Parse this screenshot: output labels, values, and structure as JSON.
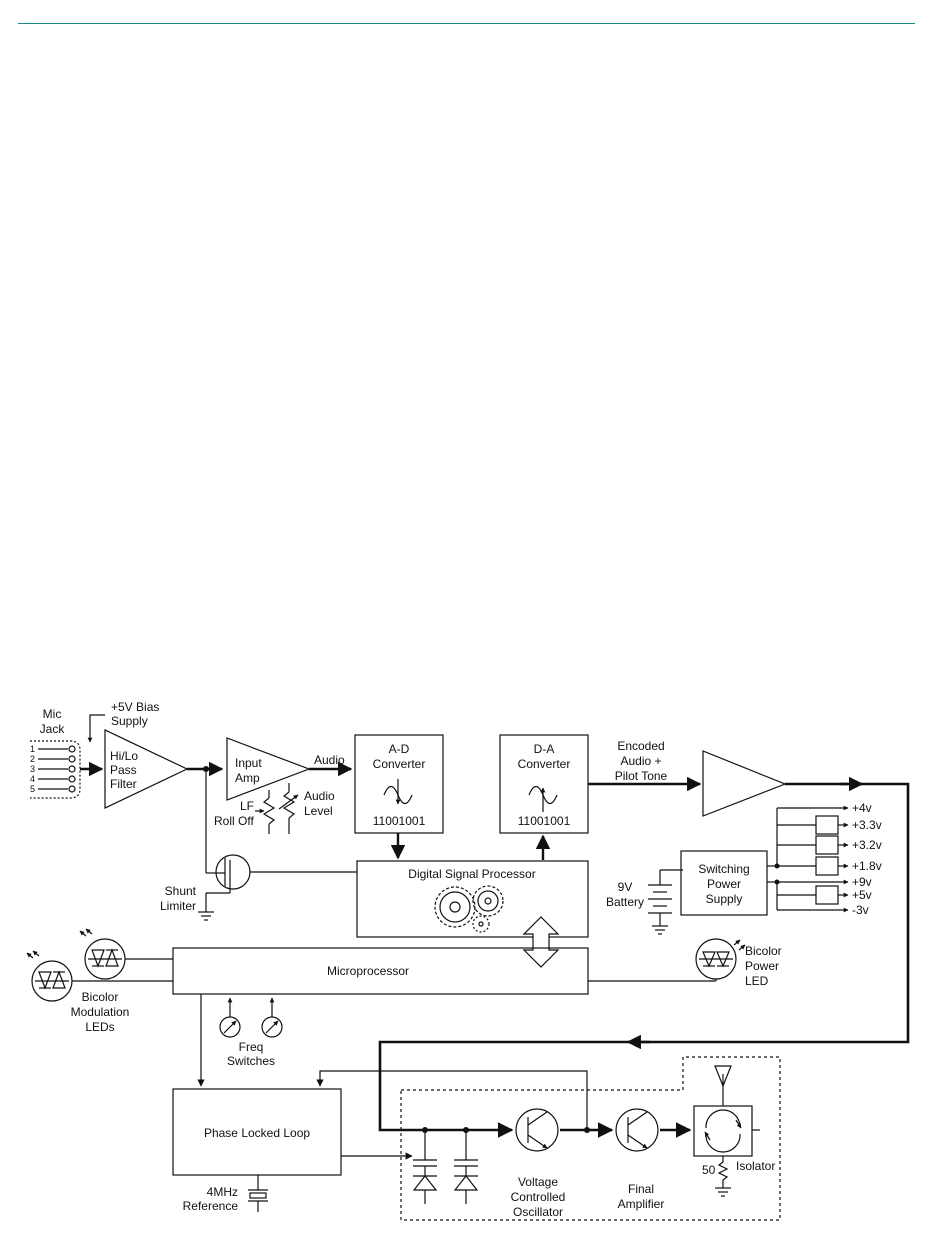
{
  "colors": {
    "header_rule": "#1a8a8a",
    "line": "#111111",
    "background": "#ffffff"
  },
  "mic_jack": {
    "title_l1": "Mic",
    "title_l2": "Jack",
    "pins": [
      "1",
      "2",
      "3",
      "4",
      "5"
    ]
  },
  "bias_supply": {
    "l1": "+5V Bias",
    "l2": "Supply"
  },
  "filter": {
    "l1": "Hi/Lo",
    "l2": "Pass",
    "l3": "Filter"
  },
  "input_amp": {
    "l1": "Input",
    "l2": "Amp"
  },
  "audio_label": "Audio",
  "lf_rolloff": {
    "l1": "LF",
    "l2": "Roll Off"
  },
  "audio_level": {
    "l1": "Audio",
    "l2": "Level"
  },
  "ad_converter": {
    "l1": "A-D",
    "l2": "Converter",
    "bits": "11001001"
  },
  "da_converter": {
    "l1": "D-A",
    "l2": "Converter",
    "bits": "11001001"
  },
  "encoded": {
    "l1": "Encoded",
    "l2": "Audio +",
    "l3": "Pilot Tone"
  },
  "dsp": "Digital Signal Processor",
  "shunt_limiter": {
    "l1": "Shunt",
    "l2": "Limiter"
  },
  "microprocessor": "Microprocessor",
  "mod_leds": {
    "l1": "Bicolor",
    "l2": "Modulation",
    "l3": "LEDs"
  },
  "power_led": {
    "l1": "Bicolor",
    "l2": "Power",
    "l3": "LED"
  },
  "freq_switches": {
    "l1": "Freq",
    "l2": "Switches"
  },
  "battery": {
    "l1": "9V",
    "l2": "Battery"
  },
  "power_supply": {
    "l1": "Switching",
    "l2": "Power",
    "l3": "Supply"
  },
  "rails": [
    "+4v",
    "+3.3v",
    "+3.2v",
    "+1.8v",
    "+9v",
    "+5v",
    "-3v"
  ],
  "pll": "Phase Locked Loop",
  "reference": {
    "l1": "4MHz",
    "l2": "Reference"
  },
  "vco": {
    "l1": "Voltage",
    "l2": "Controlled",
    "l3": "Oscillator"
  },
  "final_amp": {
    "l1": "Final",
    "l2": "Amplifier"
  },
  "isolator": "Isolator",
  "termination": "50"
}
